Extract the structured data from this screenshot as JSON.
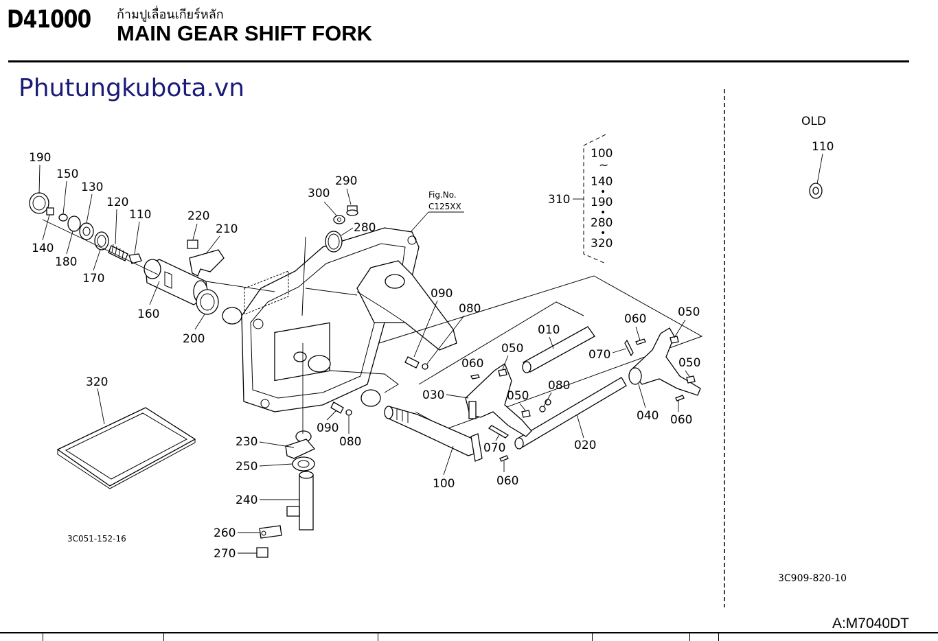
{
  "header": {
    "code": "D41000",
    "thai_title": "ก้ามปูเลื่อนเกียร์หลัก",
    "title": "MAIN GEAR SHIFT FORK"
  },
  "watermark": "Phutungkubota.vn",
  "old_section": {
    "label": "OLD",
    "part": "110"
  },
  "fig_ref": {
    "line1": "Fig.No.",
    "line2": "C125XX"
  },
  "kit": {
    "number": "310",
    "items": [
      "100",
      "~",
      "140",
      "•",
      "190",
      "•",
      "280",
      "•",
      "320"
    ]
  },
  "diagram_codes": {
    "left": "3C051-152-16",
    "right": "3C909-820-10"
  },
  "model": "A:M7040DT",
  "callouts": {
    "c190": "190",
    "c150": "150",
    "c130": "130",
    "c120": "120",
    "c110": "110",
    "c140": "140",
    "c180": "180",
    "c170": "170",
    "c160": "160",
    "c200": "200",
    "c220": "220",
    "c210": "210",
    "c300": "300",
    "c290": "290",
    "c280": "280",
    "c090a": "090",
    "c080a": "080",
    "c010": "010",
    "c050a": "050",
    "c060a": "060",
    "c030": "030",
    "c050b": "050",
    "c080b": "080",
    "c070a": "070",
    "c020": "020",
    "c060b": "060",
    "c050c": "050",
    "c070b": "070",
    "c050d": "050",
    "c040": "040",
    "c060c": "060",
    "c060d": "060",
    "c100": "100",
    "c090b": "090",
    "c080c": "080",
    "c230": "230",
    "c250": "250",
    "c240": "240",
    "c260": "260",
    "c270": "270",
    "c320": "320"
  }
}
